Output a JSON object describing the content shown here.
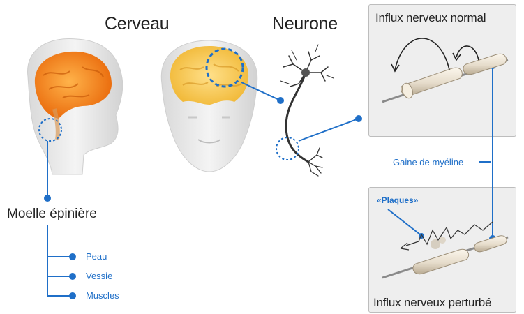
{
  "headings": {
    "brain": "Cerveau",
    "neuron": "Neurone"
  },
  "spinal_cord": {
    "label": "Moelle épinière",
    "targets": [
      "Peau",
      "Vessie",
      "Muscles"
    ]
  },
  "normal_panel": {
    "title": "Influx nerveux normal"
  },
  "myelin_label": "Gaine de myéline",
  "disturbed_panel": {
    "plaques_label": "«Plaques»",
    "title": "Influx nerveux perturbé"
  },
  "colors": {
    "accent_blue": "#1f6fc8",
    "brain_orange": "#f07a12",
    "brain_yellow": "#f5c24a",
    "skin": "#e8e8e8",
    "panel_bg": "#eeeeee"
  }
}
